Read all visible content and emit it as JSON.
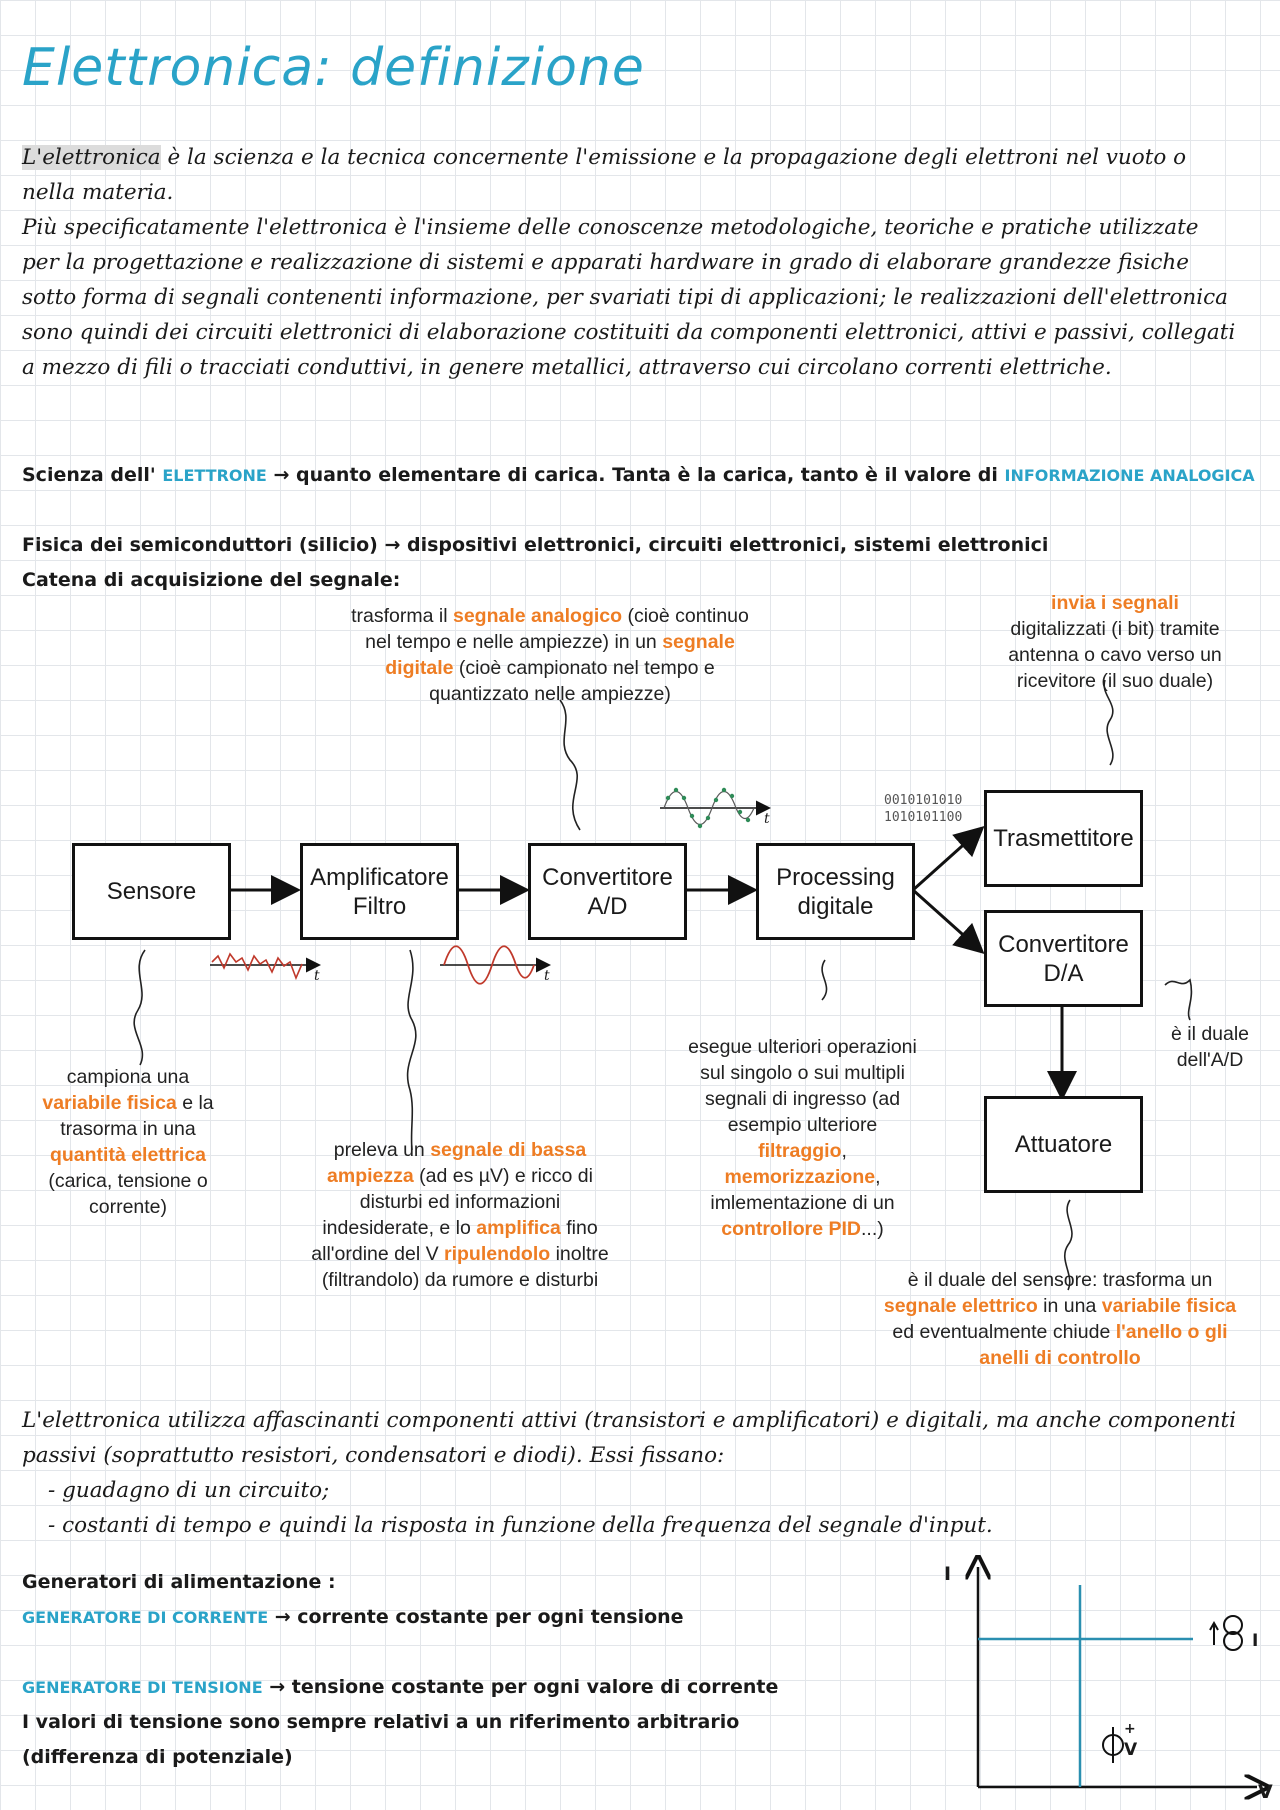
{
  "title": "Elettronica: definizione",
  "intro": {
    "term": "L'elettronica",
    "p1_rest": " è la scienza e la tecnica concernente l'emissione e la propagazione degli elettroni nel vuoto o nella materia.",
    "p2": "Più specificatamente l'elettronica è l'insieme delle conoscenze metodologiche, teoriche e pratiche utilizzate per la progettazione e realizzazione di sistemi e apparati hardware in grado di elaborare grandezze fisiche sotto forma di segnali contenenti informazione, per svariati tipi di applicazioni; le realizzazioni dell'elettronica sono quindi dei circuiti elettronici di elaborazione costituiti da componenti elettronici, attivi e passivi, collegati a mezzo di fili o tracciati conduttivi, in genere metallici, attraverso cui circolano correnti elettriche."
  },
  "notes": {
    "l1_a": "Scienza dell'",
    "l1_b": "ELETTRONE",
    "l1_c": " → quanto elementare di carica. Tanta è la carica, tanto è il valore di ",
    "l1_d": "INFORMAZIONE ANALOGICA",
    "l2": "Fisica dei semiconduttori (silicio) → dispositivi elettronici, circuiti elettronici, sistemi elettronici",
    "l3": "Catena di acquisizione del segnale:"
  },
  "diagram": {
    "boxes": {
      "sensore": "Sensore",
      "amp1": "Amplificatore",
      "amp2": "Filtro",
      "adc1": "Convertitore",
      "adc2": "A/D",
      "proc1": "Processing",
      "proc2": "digitale",
      "tx": "Trasmettitore",
      "dac1": "Convertitore",
      "dac2": "D/A",
      "att": "Attuatore"
    },
    "bits": [
      "0010101010",
      "1010101100"
    ],
    "adc_note": {
      "a": "trasforma il ",
      "b": "segnale analogico",
      "c": " (cioè continuo nel tempo e nelle ampiezze) in un ",
      "d": "segnale digitale",
      "e": " (cioè campionato nel tempo e quantizzato nelle ampiezze)"
    },
    "tx_note": {
      "a": "invia i segnali",
      "b": "digitalizzati (i bit) tramite antenna o cavo verso un ricevitore (il suo duale)"
    },
    "sensor_note": {
      "a": "campiona una ",
      "b": "variabile fisica",
      "c": " e la trasorma in una ",
      "d": "quantità elettrica",
      "e": " (carica, tensione o corrente)"
    },
    "amp_note": {
      "a": "preleva un ",
      "b": "segnale di bassa ampiezza",
      "c": " (ad es µV) e ricco di disturbi ed informazioni indesiderate, e lo ",
      "d": "amplifica",
      "e": " fino all'ordine del V ",
      "f": "ripulendolo",
      "g": " inoltre (filtrandolo) da rumore e disturbi"
    },
    "proc_note": {
      "a": "esegue ulteriori operazioni sul singolo o sui multipli segnali di ingresso (ad esempio ulteriore ",
      "b": "filtraggio",
      "c": ", ",
      "d": "memorizzazione",
      "e": ", imlementazione di un ",
      "f": "controllore PID",
      "g": "...)"
    },
    "dac_note": "è il duale dell'A/D",
    "att_note": {
      "a": "è il duale del sensore: trasforma un ",
      "b": "segnale elettrico",
      "c": " in una ",
      "d": "variabile fisica",
      "e": " ed eventualmente chiude ",
      "f": "l'anello o gli anelli di controllo"
    },
    "t_label": "t"
  },
  "para2": {
    "p1": "L'elettronica utilizza affascinanti componenti attivi (transistori e amplificatori) e digitali, ma anche componenti passivi (soprattutto resistori, condensatori e diodi). Essi fissano:",
    "b1": "- guadagno di un circuito;",
    "b2": "- costanti di tempo e quindi la risposta in funzione della frequenza del segnale d'input."
  },
  "generators": {
    "heading": "Generatori di alimentazione :",
    "cur_name": "GENERATORE DI CORRENTE",
    "cur_desc": " → corrente costante per ogni tensione",
    "volt_name": "GENERATORE DI TENSIONE",
    "volt_desc": " → tensione costante per ogni valore di corrente",
    "l3": "I valori di tensione sono sempre relativi a un riferimento arbitrario",
    "l4": "(differenza di potenziale)"
  },
  "graph": {
    "y_label": "I",
    "x_label": "V",
    "cur_sym_label": "I",
    "volt_sym_label": "V",
    "plus": "+"
  },
  "colors": {
    "accent_blue": "#2aa3c8",
    "orange": "#ee7d24"
  }
}
